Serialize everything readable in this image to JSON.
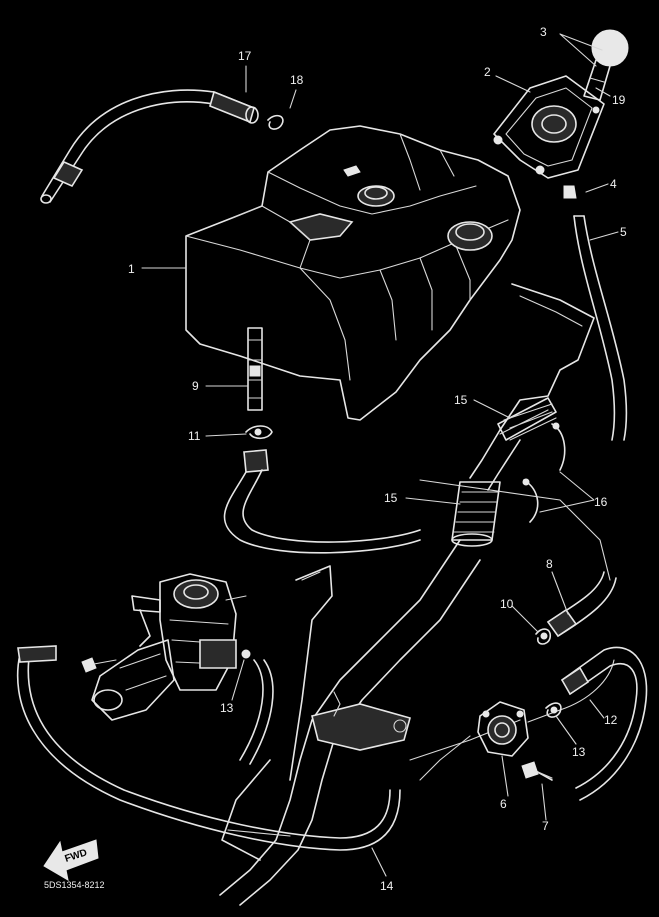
{
  "diagram": {
    "colors": {
      "background": "#000000",
      "line": "#e6e6e6"
    },
    "callouts": [
      "1",
      "2",
      "3",
      "4",
      "5",
      "6",
      "7",
      "8",
      "9",
      "10",
      "11",
      "12",
      "13",
      "13",
      "14",
      "15",
      "15",
      "16",
      "17",
      "18",
      "19"
    ],
    "fwd_label": "FWD",
    "drawing_code": "5DS1354-8212"
  }
}
